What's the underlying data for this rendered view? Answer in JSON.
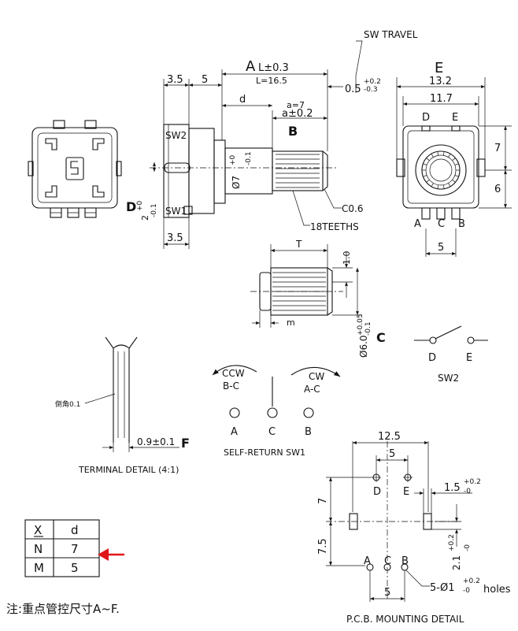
{
  "labels": {
    "sw_travel": "SW TRAVEL",
    "sw_travel_value": "0.5",
    "sw_travel_tol_upper": "+0.2",
    "sw_travel_tol_lower": "-0.3",
    "dim_A_letter": "A",
    "dim_A_value": "L±0.3",
    "dim_A_note": "L=16.5",
    "dim_3_5_top": "3.5",
    "dim_5_top": "5",
    "dim_d": "d",
    "dim_a_eq": "a=7",
    "dim_a_tol": "a±0.2",
    "dim_B": "B",
    "sw2_label": "SW2",
    "sw1_label": "SW1",
    "dim_D_letter": "D",
    "dim_D_value": "2",
    "dim_D_tol_upper": "+0",
    "dim_D_tol_lower": "-0.1",
    "shaft_dia": "Ø7",
    "shaft_dia_tol_upper": "+0",
    "shaft_dia_tol_lower": "-0.1",
    "chamfer": "C0.6",
    "teeth": "18TEETHS",
    "dim_3_5_bottom": "3.5",
    "dim_E_letter": "E",
    "dim_13_2": "13.2",
    "dim_11_7": "11.7",
    "pin_D": "D",
    "pin_E": "E",
    "dim_7_side": "7",
    "dim_6_side": "6",
    "pin_A": "A",
    "pin_C": "C",
    "pin_B": "B",
    "dim_5_front": "5",
    "dim_T": "T",
    "dim_1_0": "1.0",
    "dim_m": "m",
    "dim_C_dia": "Ø6.0",
    "dim_C_tol_upper": "+0.05",
    "dim_C_tol_lower": "-0.1",
    "dim_C_letter": "C",
    "sw2_D": "D",
    "sw2_E": "E",
    "sw2_caption": "SW2",
    "radius_note": "倒角0.1",
    "dim_0_9": "0.9±0.1",
    "dim_F_letter": "F",
    "terminal_caption": "TERMINAL DETAIL (4:1)",
    "ccw": "CCW",
    "ccw_bc": "B-C",
    "cw": "CW",
    "cw_ac": "A-C",
    "sr_A": "A",
    "sr_C": "C",
    "sr_B": "B",
    "self_return_caption": "SELF-RETURN SW1",
    "pcb_12_5": "12.5",
    "pcb_5_top": "5",
    "pcb_D": "D",
    "pcb_E": "E",
    "pcb_1_5": "1.5",
    "pcb_1_5_tol_upper": "+0.2",
    "pcb_1_5_tol_lower": "-0",
    "pcb_7": "7",
    "pcb_7_5": "7.5",
    "pcb_2_1": "2.1",
    "pcb_2_1_tol_upper": "+0.2",
    "pcb_2_1_tol_lower": "-0",
    "pcb_A": "A",
    "pcb_C": "C",
    "pcb_B": "B",
    "pcb_5_bottom": "5",
    "pcb_holes_prefix": "5-Ø1",
    "pcb_holes_tol_upper": "+0.2",
    "pcb_holes_tol_lower": "-0",
    "pcb_holes_word": "holes",
    "pcb_caption": "P.C.B. MOUNTING DETAIL",
    "note": "注:重点管控尺寸A~F."
  },
  "table": {
    "rows": [
      [
        "X",
        "d"
      ],
      [
        "N",
        "7"
      ],
      [
        "M",
        "5"
      ]
    ]
  },
  "colors": {
    "ink": "#111111",
    "arrow": "#e0161b",
    "paper": "#ffffff"
  }
}
